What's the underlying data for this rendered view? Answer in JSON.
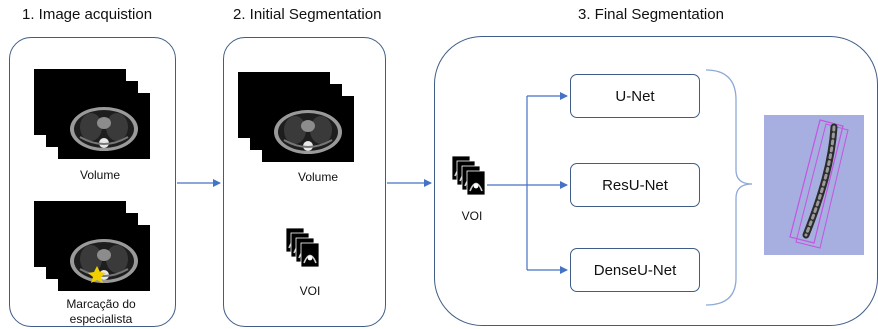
{
  "stages": [
    {
      "title": "1. Image acquistion"
    },
    {
      "title": "2. Initial Segmentation"
    },
    {
      "title": "3. Final Segmentation"
    }
  ],
  "stage1": {
    "volume_label": "Volume",
    "expert_label": "Marcação do especialista"
  },
  "stage2": {
    "volume_label": "Volume",
    "voi_label": "VOI"
  },
  "stage3": {
    "voi_label": "VOI",
    "networks": [
      "U-Net",
      "ResU-Net",
      "DenseU-Net"
    ]
  },
  "colors": {
    "border": "#3f5d86",
    "arrow": "#4472c4",
    "render_bg": "#a7aee0",
    "box_outline": "#c455e0"
  }
}
